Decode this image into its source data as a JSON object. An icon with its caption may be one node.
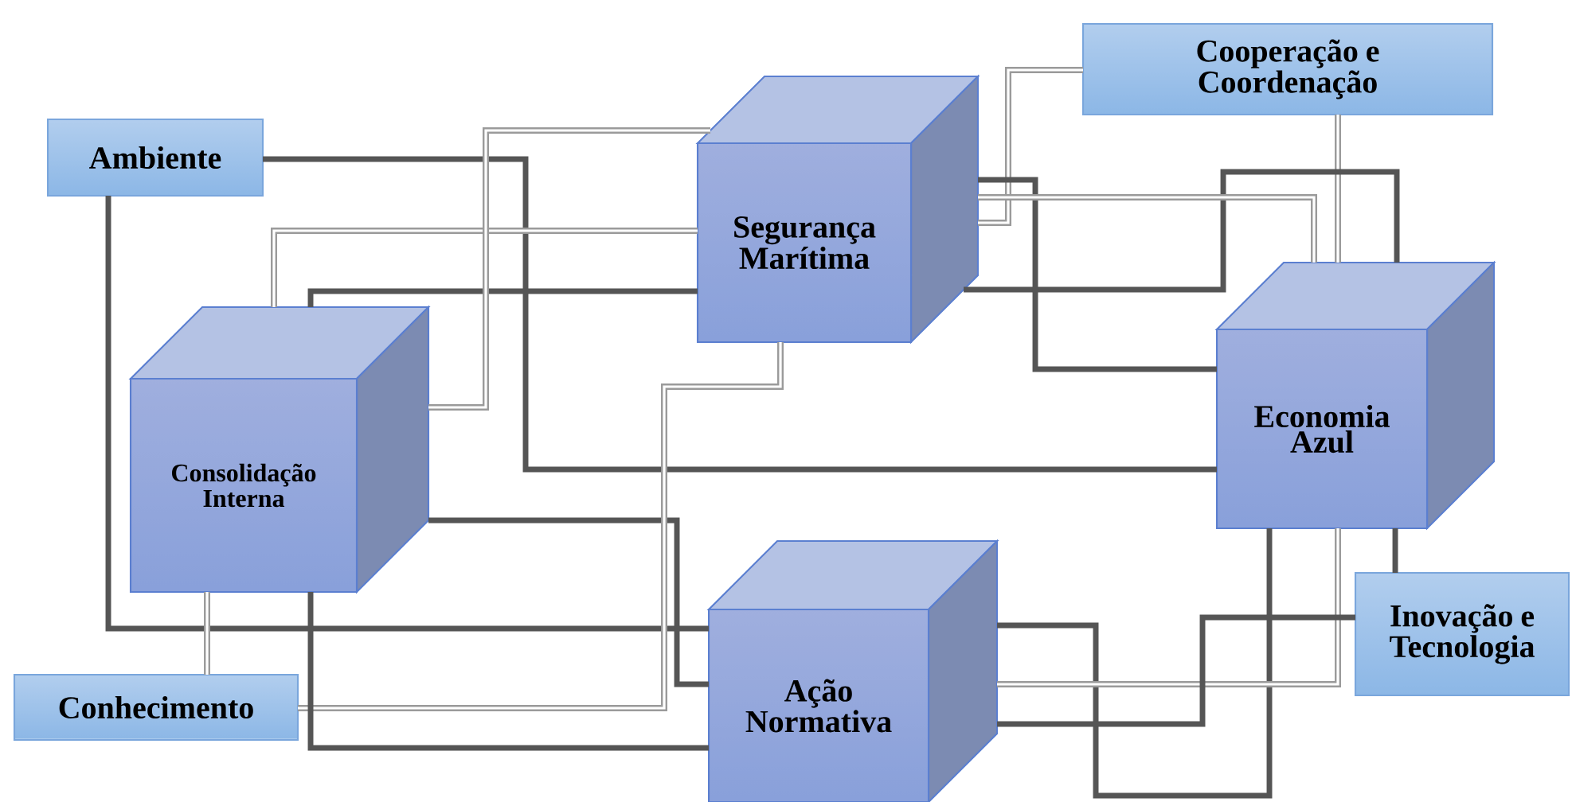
{
  "diagram": {
    "nodes": [
      {
        "text": [
          "Ambiente"
        ]
      },
      {
        "text": [
          "Cooperação e Coordenação"
        ]
      },
      {
        "text": [
          "Segurança Marítima"
        ]
      },
      {
        "text": [
          "Consolidação Interna"
        ]
      },
      {
        "text": [
          "Economia Azul"
        ]
      },
      {
        "text": [
          "Inovação e Tecnologia"
        ]
      },
      {
        "text": [
          "Conhecimento"
        ]
      },
      {
        "text": [
          "Ação Normativa"
        ]
      }
    ],
    "edges": [
      {
        "from": 0,
        "to": 4,
        "arrow": "none"
      },
      {
        "from": 0,
        "to": 7,
        "arrow": "none"
      },
      {
        "from": 2,
        "to": 3,
        "arrow": "none"
      },
      {
        "from": 2,
        "to": 3,
        "arrow": "none",
        "color": "#9a9a9a"
      },
      {
        "from": 3,
        "to": 2,
        "arrow": "none",
        "color": "#9a9a9a"
      },
      {
        "from": 1,
        "to": 2,
        "arrow": "none",
        "color": "#9a9a9a"
      },
      {
        "from": 1,
        "to": 4,
        "arrow": "none",
        "color": "#9a9a9a"
      },
      {
        "from": 2,
        "to": 4,
        "arrow": "none"
      },
      {
        "from": 2,
        "to": 4,
        "arrow": "none"
      },
      {
        "from": 2,
        "to": 4,
        "arrow": "none",
        "color": "#9a9a9a"
      },
      {
        "from": 3,
        "to": 6,
        "arrow": "none",
        "color": "#9a9a9a"
      },
      {
        "from": 3,
        "to": 7,
        "arrow": "none"
      },
      {
        "from": 6,
        "to": 2,
        "arrow": "none",
        "color": "#9a9a9a"
      },
      {
        "from": 3,
        "to": 7,
        "arrow": "none"
      },
      {
        "from": 7,
        "to": 4,
        "arrow": "none"
      },
      {
        "from": 7,
        "to": 4,
        "arrow": "none",
        "color": "#9a9a9a"
      },
      {
        "from": 7,
        "to": 5,
        "arrow": "none"
      },
      {
        "from": 4,
        "to": 5,
        "arrow": "none"
      }
    ]
  }
}
